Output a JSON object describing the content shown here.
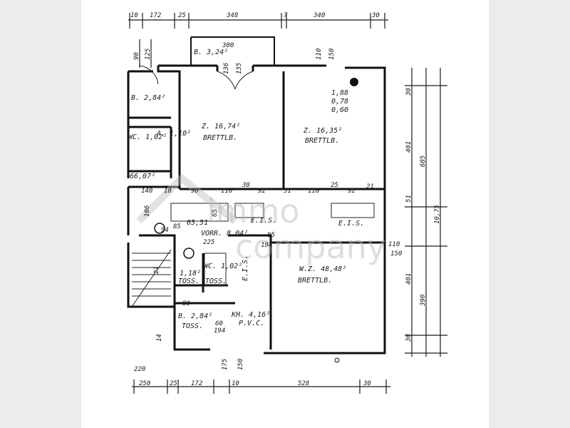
{
  "floorplan": {
    "top_dims": [
      "10",
      "172",
      "25",
      "348",
      "7",
      "340",
      "30"
    ],
    "bottom_dims": [
      "250",
      "25",
      "172",
      "10",
      "528",
      "30"
    ],
    "right_dims_outer": [
      "30",
      "401",
      "605",
      "51",
      "401",
      "390",
      "30"
    ],
    "right_total": "10,75",
    "left_dims": [
      "90",
      "125",
      "220",
      "14"
    ],
    "mid_row_dims": [
      "140",
      "10",
      "96",
      "110",
      "38",
      "92",
      "31",
      "110",
      "25",
      "92",
      "21"
    ],
    "small_dims": [
      "300",
      "136",
      "135",
      "110",
      "150",
      "106",
      "85",
      "65",
      "94",
      "85",
      "194",
      "225",
      "110",
      "150",
      "80",
      "60",
      "194",
      "175",
      "150",
      "21"
    ],
    "labels": {
      "balcony": "B. 3,24²",
      "bath_top": "B. 2,84²",
      "wc_top": "WC. 1,02²",
      "anteroom_top": "A. 1,10²",
      "area_top": "66,07²",
      "room1_name": "Z. 16,74²",
      "room1_floor": "BRETTLB.",
      "room2_name": "Z. 16,35²",
      "room2_floor": "BRETTLB.",
      "room2_note1": "1,88",
      "room2_note2": "0,78",
      "room2_note3": "0,60",
      "cabinet1": "E.I.S.",
      "cabinet2": "E.I.S.",
      "hall": "VORR. 8,04²",
      "hall_area": "65,51",
      "living": "W.Z. 48,48²",
      "living_floor": "BRETTLB.",
      "storage": "1,18²",
      "storage_note": "TOSS.",
      "wc_bottom": "WC. 1,02²",
      "wc_bottom_note": "TOSS.",
      "bath_bottom": "B. 2,84²",
      "bath_bottom_note": "TOSS.",
      "kitchen": "KH. 4,16²",
      "kitchen_note": "P.V.C.",
      "cabinet3": "E.I.S."
    },
    "watermark": {
      "line1": "immo",
      "line2": "company"
    }
  }
}
